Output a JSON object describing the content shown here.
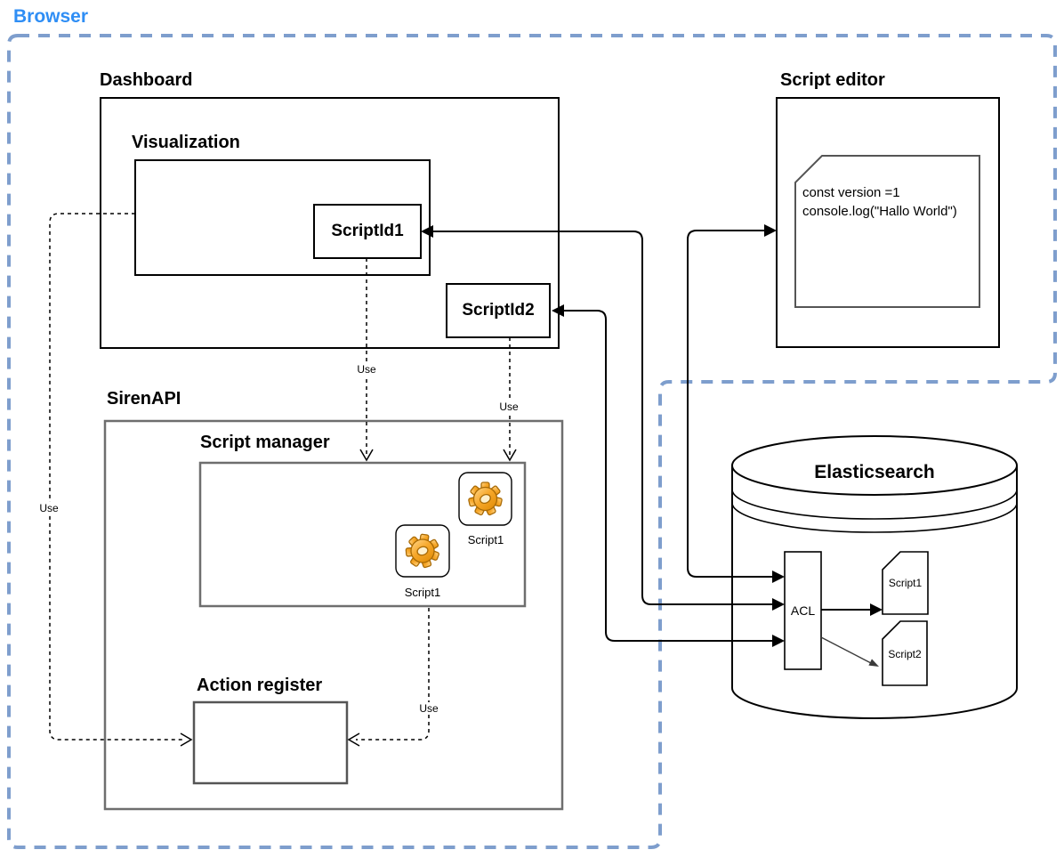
{
  "browser": {
    "label": "Browser"
  },
  "dashboard": {
    "label": "Dashboard",
    "visualization": {
      "label": "Visualization",
      "script_id1": "ScriptId1"
    },
    "script_id2": "ScriptId2"
  },
  "script_editor": {
    "label": "Script editor",
    "code_line1": "const version =1",
    "code_line2": "console.log(\"Hallo World\")"
  },
  "siren_api": {
    "label": "SirenAPI",
    "script_manager": {
      "label": "Script manager",
      "gear1_label": "Script1",
      "gear2_label": "Script1"
    },
    "action_register": {
      "label": "Action register"
    }
  },
  "elasticsearch": {
    "label": "Elasticsearch",
    "acl_label": "ACL",
    "script1_label": "Script1",
    "script2_label": "Script2"
  },
  "edge_labels": {
    "visualization_to_action_register": "Use",
    "script_id1_to_script_manager": "Use",
    "script_id2_to_script_manager": "Use",
    "script_manager_to_action_register": "Use"
  },
  "colors": {
    "browser_label": "#2f8ef5",
    "browser_border": "#7e9ecd",
    "line": "#000000",
    "container_border": "#6e6e6e",
    "gear_orange": "#F7A82B"
  }
}
